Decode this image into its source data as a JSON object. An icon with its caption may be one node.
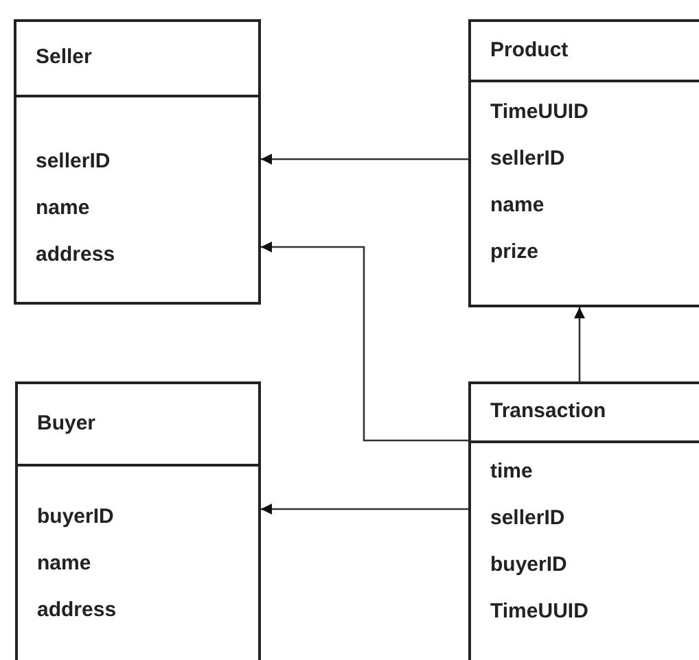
{
  "diagram": {
    "nodes": [
      {
        "text": [
          "Seller",
          "sellerID",
          "name",
          "address"
        ]
      },
      {
        "text": [
          "Product",
          "TimeUUID",
          "sellerID",
          "name",
          "prize"
        ]
      },
      {
        "text": [
          "Buyer",
          "buyerID",
          "name",
          "address"
        ]
      },
      {
        "text": [
          "Transaction",
          "time",
          "sellerID",
          "buyerID",
          "TimeUUID"
        ]
      }
    ],
    "edges": [
      {
        "from": 1,
        "to": 0,
        "arrow": "to"
      },
      {
        "from": 3,
        "to": 0,
        "arrow": "to"
      },
      {
        "from": 3,
        "to": 1,
        "arrow": "to"
      },
      {
        "from": 3,
        "to": 2,
        "arrow": "to"
      }
    ]
  }
}
